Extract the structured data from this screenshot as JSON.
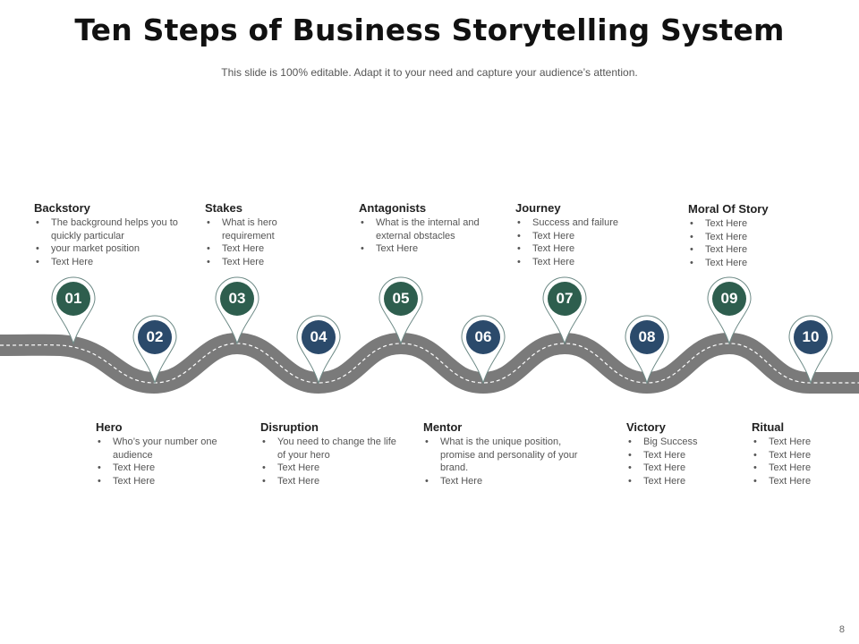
{
  "title": "Ten Steps of Business Storytelling System",
  "subtitle": "This slide is 100% editable. Adapt it to your need and capture your audience’s attention.",
  "page_number": "8",
  "colors": {
    "green": "#2e5e4e",
    "navy": "#2b4a6b",
    "road": "#7a7a7a"
  },
  "steps": [
    {
      "number": "01",
      "heading": "Backstory",
      "bullets": [
        "The background helps you to quickly particular",
        "your market position",
        "Text Here"
      ]
    },
    {
      "number": "02",
      "heading": "Hero",
      "bullets": [
        "Who’s your number one audience",
        "Text Here",
        "Text Here"
      ]
    },
    {
      "number": "03",
      "heading": "Stakes",
      "bullets": [
        "What is hero requirement",
        "Text Here",
        "Text Here"
      ]
    },
    {
      "number": "04",
      "heading": "Disruption",
      "bullets": [
        "You need to change the life of your hero",
        "Text Here",
        "Text Here"
      ]
    },
    {
      "number": "05",
      "heading": "Antagonists",
      "bullets": [
        "What is the internal and external obstacles",
        "Text Here"
      ]
    },
    {
      "number": "06",
      "heading": "Mentor",
      "bullets": [
        "What is the unique position, promise and personality of your brand.",
        "Text Here"
      ]
    },
    {
      "number": "07",
      "heading": "Journey",
      "bullets": [
        "Success and failure",
        "Text Here",
        "Text Here",
        "Text Here"
      ]
    },
    {
      "number": "08",
      "heading": "Victory",
      "bullets": [
        "Big Success",
        "Text Here",
        "Text Here",
        "Text Here"
      ]
    },
    {
      "number": "09",
      "heading": "Moral Of Story",
      "bullets": [
        "Text Here",
        "Text Here",
        "Text Here",
        "Text Here"
      ]
    },
    {
      "number": "10",
      "heading": "Ritual",
      "bullets": [
        "Text Here",
        "Text Here",
        "Text Here",
        "Text Here"
      ]
    }
  ]
}
